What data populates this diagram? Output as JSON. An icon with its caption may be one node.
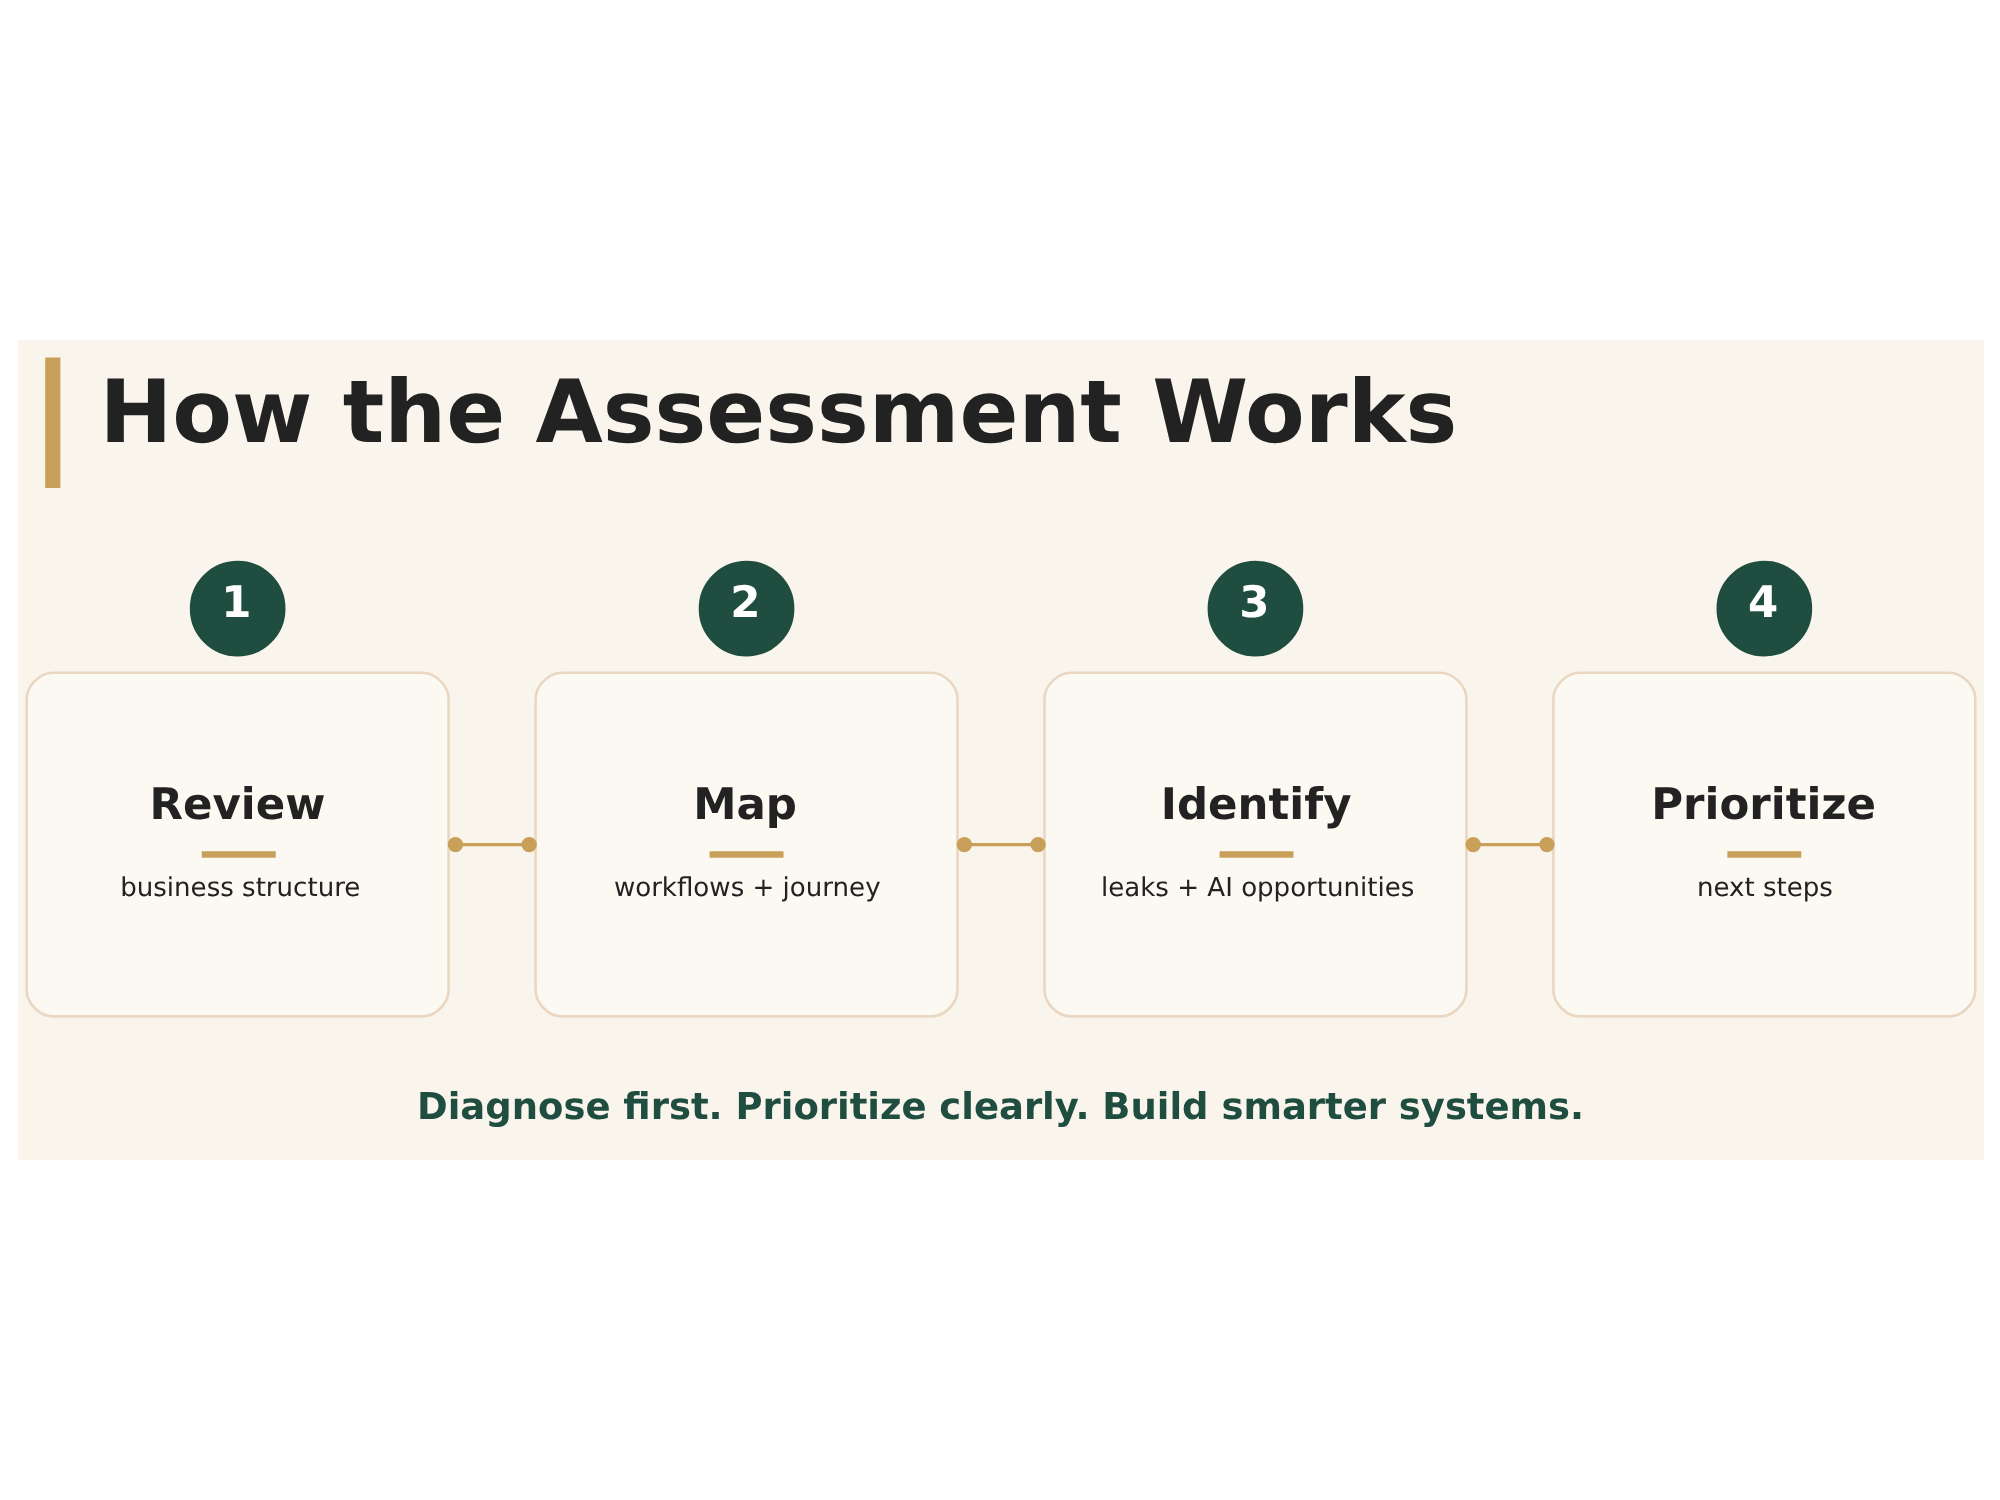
{
  "diagram": {
    "title": "How the Assessment Works",
    "nodes": [
      {
        "text": [
          "1"
        ]
      },
      {
        "text": [
          "Review",
          "business structure"
        ]
      },
      {
        "text": [
          "2"
        ]
      },
      {
        "text": [
          "Map",
          "workflows + journey"
        ]
      },
      {
        "text": [
          "3"
        ]
      },
      {
        "text": [
          "Identify",
          "leaks + AI opportunities"
        ]
      },
      {
        "text": [
          "4"
        ]
      },
      {
        "text": [
          "Prioritize",
          "next steps"
        ]
      }
    ],
    "edges": [
      {
        "from": 1,
        "to": 3,
        "arrow": "other"
      },
      {
        "from": 3,
        "to": 5,
        "arrow": "other"
      },
      {
        "from": 5,
        "to": 7,
        "arrow": "other"
      }
    ],
    "labels": [
      "Diagnose first. Prioritize clearly. Build smarter systems."
    ]
  }
}
